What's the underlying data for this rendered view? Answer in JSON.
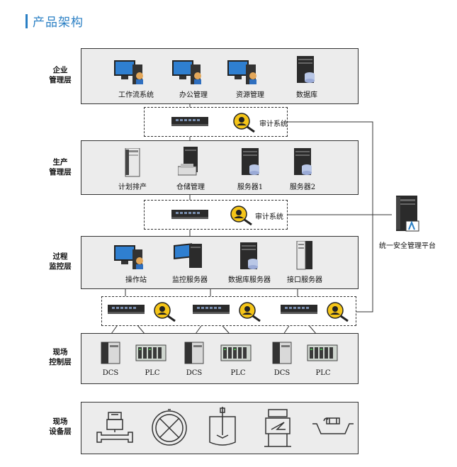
{
  "title": "产品架构",
  "layers": {
    "enterprise": {
      "label": "企业\n管理层",
      "items": [
        "工作流系统",
        "办公管理",
        "资源管理",
        "数据库"
      ]
    },
    "production": {
      "label": "生产\n管理层",
      "items": [
        "计划排产",
        "仓储管理",
        "服务器1",
        "服务器2"
      ]
    },
    "process": {
      "label": "过程\n监控层",
      "items": [
        "操作站",
        "监控服务器",
        "数据库服务器",
        "接口服务器"
      ]
    },
    "field_control": {
      "label": "现场\n控制层",
      "items": [
        "DCS",
        "PLC",
        "DCS",
        "PLC",
        "DCS",
        "PLC"
      ]
    },
    "field_device": {
      "label": "现场\n设备层",
      "icons": [
        "flowmeter-icon",
        "valve-icon",
        "reactor-icon",
        "heat-exchanger-icon",
        "tank-icon"
      ]
    }
  },
  "audit": {
    "label1": "审计系统",
    "label2": "审计系统"
  },
  "platform": {
    "label": "统一安全管理平台"
  },
  "colors": {
    "accent": "#2a7fc4",
    "layer_bg": "#ececec",
    "audit_yellow": "#f5c518"
  }
}
